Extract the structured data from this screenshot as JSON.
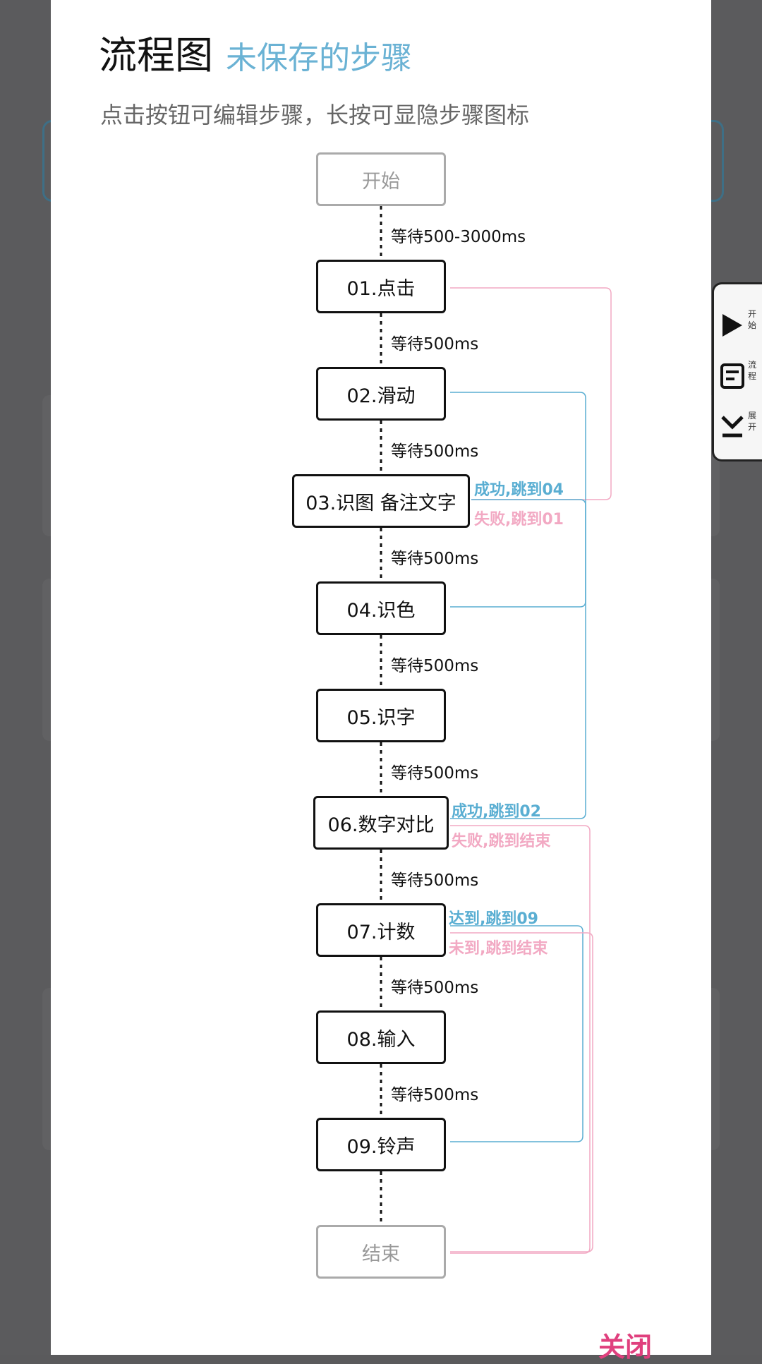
{
  "dialog": {
    "title": "流程图",
    "subtitle": "未保存的步骤",
    "description": "点击按钮可编辑步骤，长按可显隐步骤图标",
    "close_label": "关闭"
  },
  "floating_panel": {
    "items": [
      {
        "icon": "play-icon",
        "label": "开始"
      },
      {
        "icon": "flow-icon",
        "label": "流程"
      },
      {
        "icon": "expand-icon",
        "label": "展开"
      }
    ]
  },
  "flow": {
    "start_label": "开始",
    "end_label": "结束",
    "steps": [
      {
        "label": "01.点击"
      },
      {
        "label": "02.滑动"
      },
      {
        "label": "03.识图 备注文字"
      },
      {
        "label": "04.识色"
      },
      {
        "label": "05.识字"
      },
      {
        "label": "06.数字对比"
      },
      {
        "label": "07.计数"
      },
      {
        "label": "08.输入"
      },
      {
        "label": "09.铃声"
      }
    ],
    "waits": [
      "等待500-3000ms",
      "等待500ms",
      "等待500ms",
      "等待500ms",
      "等待500ms",
      "等待500ms",
      "等待500ms",
      "等待500ms",
      "等待500ms"
    ],
    "branches": [
      {
        "text": "成功,跳到04",
        "color": "#5aaed2"
      },
      {
        "text": "失败,跳到01",
        "color": "#f2a9c3"
      },
      {
        "text": "成功,跳到02",
        "color": "#5aaed2"
      },
      {
        "text": "失败,跳到结束",
        "color": "#f2a9c3"
      },
      {
        "text": "达到,跳到09",
        "color": "#5aaed2"
      },
      {
        "text": "未到,跳到结束",
        "color": "#f2a9c3"
      }
    ]
  },
  "colors": {
    "accent_blue": "#5aaed2",
    "accent_pink": "#f2a9c3",
    "close_pink": "#e0407e"
  }
}
